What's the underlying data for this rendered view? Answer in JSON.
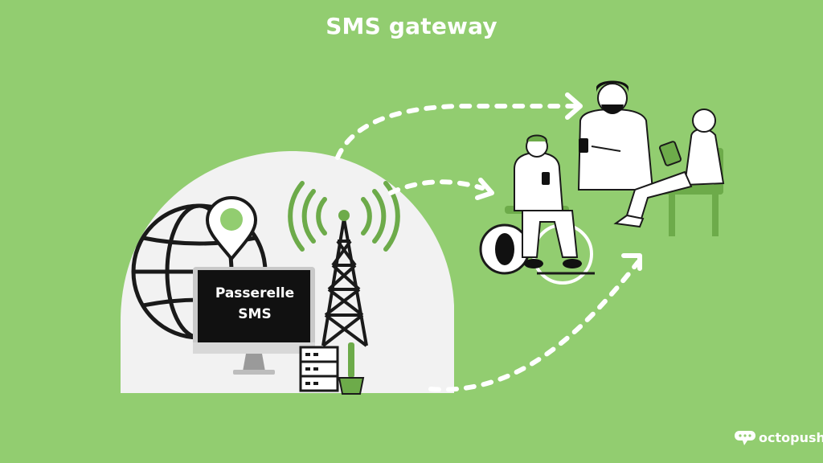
{
  "header": {
    "title": "SMS gateway"
  },
  "gateway": {
    "screen_line1": "Passerelle",
    "screen_line2": "SMS"
  },
  "brand": {
    "name": "octopush"
  },
  "colors": {
    "background": "#92cd70",
    "accent_green": "#6dab4a",
    "dark": "#1a1a1a",
    "white": "#ffffff",
    "bubble": "#f2f2f2"
  },
  "icons": [
    "globe-icon",
    "location-pin-icon",
    "monitor-icon",
    "antenna-tower-icon",
    "signal-waves-icon",
    "server-icon",
    "broom-icon",
    "arrow-icon",
    "octopus-logo-icon"
  ]
}
